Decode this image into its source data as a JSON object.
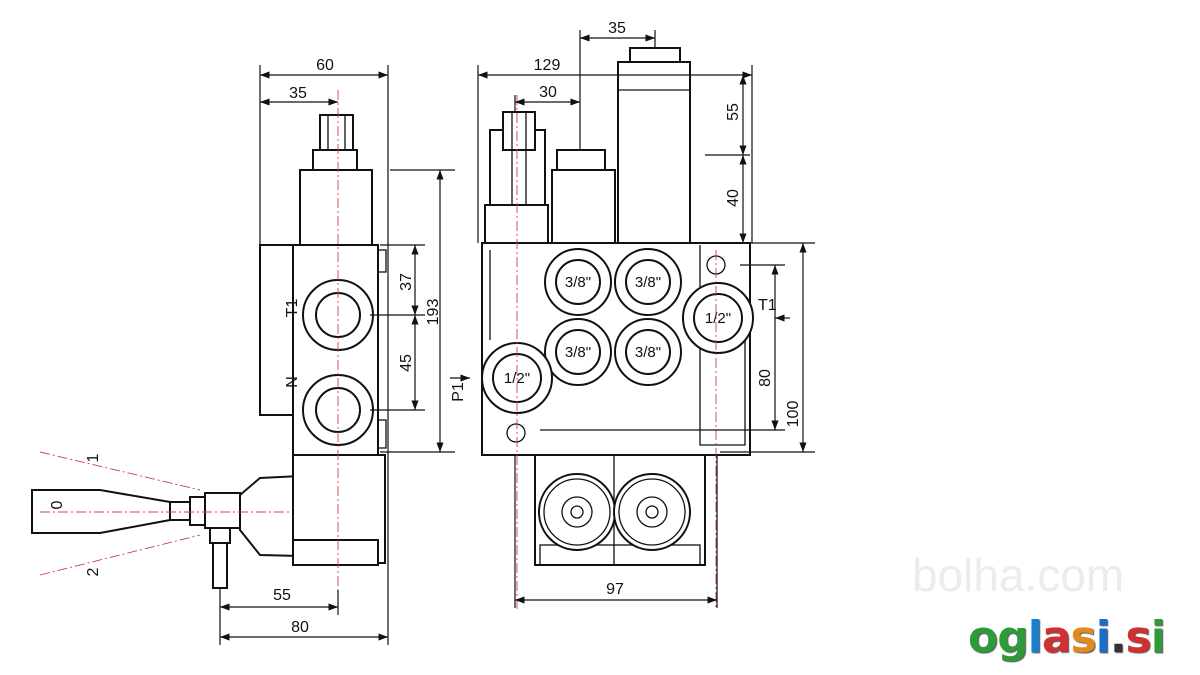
{
  "side_view": {
    "dims": {
      "width_total": "60",
      "width_center": "35",
      "height_total": "193",
      "port_spacing_top": "37",
      "port_spacing": "45",
      "lever_offset": "55",
      "lever_total": "80"
    },
    "ports": {
      "t1": "T1",
      "n": "N"
    },
    "lever_positions": {
      "neutral": "0",
      "pos1": "1",
      "pos2": "2"
    }
  },
  "front_view": {
    "dims": {
      "width_total": "129",
      "offset_35": "35",
      "offset_30": "30",
      "height_55": "55",
      "height_40": "40",
      "height_80": "80",
      "height_100": "100",
      "bottom_width": "97"
    },
    "ports": {
      "p1": "P1",
      "t1": "T1",
      "a1": "3/8\"",
      "b1": "3/8\"",
      "a2": "3/8\"",
      "b2": "3/8\"",
      "inlet": "1/2\"",
      "outlet": "1/2\""
    }
  },
  "watermark": "bolha.com",
  "logo": {
    "text": "oglasi.si",
    "colors": [
      "#2e9a3a",
      "#2e9a3a",
      "#1a7fd0",
      "#d03030",
      "#e08a20",
      "#1a6fc8",
      "#333333",
      "#d03030",
      "#2e9a3a"
    ]
  }
}
